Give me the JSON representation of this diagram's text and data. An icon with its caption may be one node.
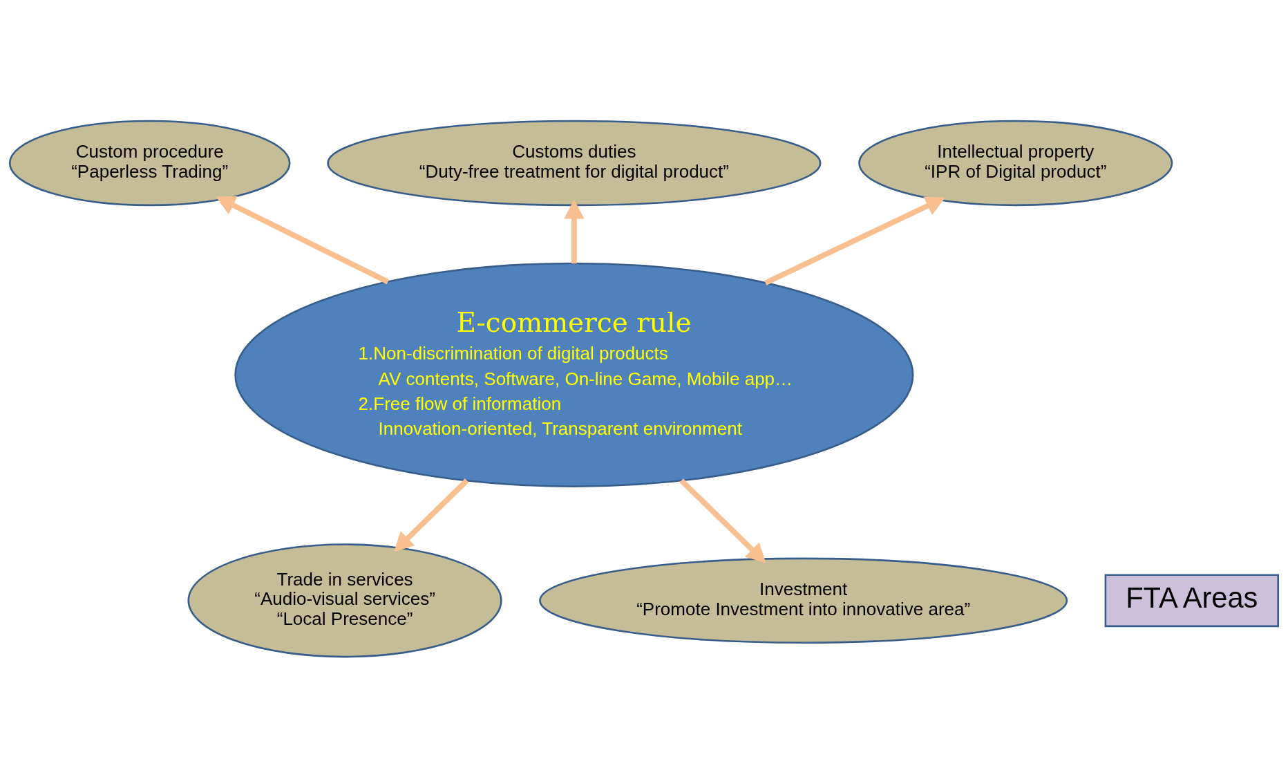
{
  "diagram": {
    "nodes": [
      {
        "text": [
          "Custom procedure",
          "“Paperless Trading”"
        ]
      },
      {
        "text": [
          "Customs duties",
          "“Duty-free treatment for digital product”"
        ]
      },
      {
        "text": [
          "Intellectual property",
          "“IPR of Digital product”"
        ]
      },
      {
        "text": [
          "E-commerce rule",
          "1.Non-discrimination of digital products",
          "AV contents, Software, On-line Game, Mobile app…",
          "2.Free flow of information",
          "Innovation-oriented, Transparent environment"
        ]
      },
      {
        "text": [
          "Trade in services",
          "“Audio-visual services”",
          "“Local Presence”"
        ]
      },
      {
        "text": [
          "FTA Areas"
        ]
      },
      {
        "text": [
          "Investment",
          "“Promote Investment into innovative area”"
        ]
      }
    ],
    "edges": [
      {
        "from": 3,
        "to": 0,
        "arrow": "to"
      },
      {
        "from": 3,
        "to": 1,
        "arrow": "to"
      },
      {
        "from": 3,
        "to": 2,
        "arrow": "to"
      },
      {
        "from": 3,
        "to": 4,
        "arrow": "to"
      },
      {
        "from": 3,
        "to": 6,
        "arrow": "to"
      }
    ]
  }
}
